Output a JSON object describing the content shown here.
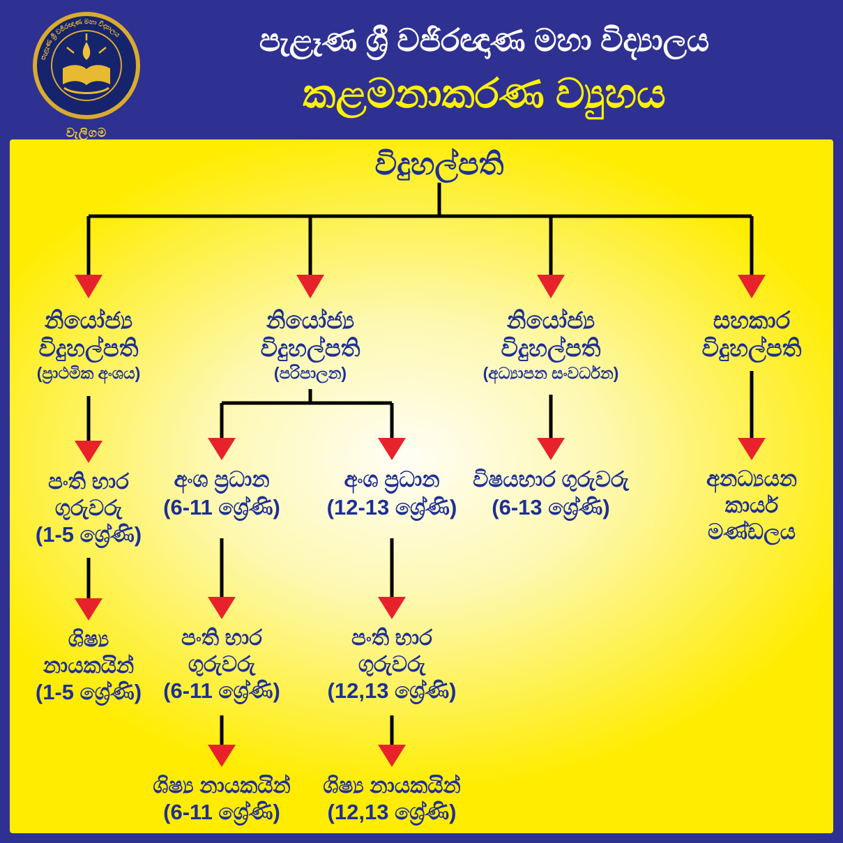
{
  "header": {
    "school_name": "පැළෑණ ශ්‍රී වජිරඥාණ මහා විද්‍යාලය",
    "title": "කළමනාකරණ ව්‍යුහය",
    "logo_ring_text": "පැළෑණ ශ්‍රී වජිරඥාණ මහා විද්‍යාලය",
    "logo_caption": "වැලිගම"
  },
  "chart": {
    "root": {
      "label": "විදුහල්පති"
    },
    "nodes": {
      "deputy_primary": {
        "lines": [
          "නියෝජ්‍ය",
          "විදුහල්පති"
        ],
        "subtitle": "(ප්‍රාථමික අංශය)"
      },
      "deputy_admin": {
        "lines": [
          "නියෝජ්‍ය",
          "විදුහල්පති"
        ],
        "subtitle": "(පරිපාලන)"
      },
      "deputy_education": {
        "lines": [
          "නියෝජ්‍ය",
          "විදුහල්පති"
        ],
        "subtitle": "(අධ්‍යාපන සංවර්ධන)"
      },
      "assistant_principal": {
        "lines": [
          "සහකාර",
          "විදුහල්පති"
        ]
      },
      "class_teachers_1_5": {
        "lines": [
          "පංති භාර",
          "ගුරුවරු",
          "(1-5 ශ්‍රේණි)"
        ]
      },
      "prefects_1_5": {
        "lines": [
          "ශිෂ්‍ය",
          "නායකයින්",
          "(1-5 ශ්‍රේණි)"
        ]
      },
      "section_head_6_11": {
        "lines": [
          "අංශ ප්‍රධාන",
          "(6-11 ශ්‍රේණි)"
        ]
      },
      "section_head_12_13": {
        "lines": [
          "අංශ ප්‍රධාන",
          "(12-13 ශ්‍රේණි)"
        ]
      },
      "class_teachers_6_11": {
        "lines": [
          "පංති භාර",
          "ගුරුවරු",
          "(6-11 ශ්‍රේණි)"
        ]
      },
      "class_teachers_12_13": {
        "lines": [
          "පංති භාර",
          "ගුරුවරු",
          "(12,13 ශ්‍රේණි)"
        ]
      },
      "prefects_6_11": {
        "lines": [
          "ශිෂ්‍ය නායකයින්",
          "(6-11 ශ්‍රේණි)"
        ]
      },
      "prefects_12_13": {
        "lines": [
          "ශිෂ්‍ය නායකයින්",
          "(12,13 ශ්‍රේණි)"
        ]
      },
      "subject_teachers": {
        "lines": [
          "විෂයභාර ගුරුවරු",
          "(6-13 ශ්‍රේණි)"
        ]
      },
      "non_academic_staff": {
        "lines": [
          "අනධ්‍යයන",
          "කාර්ය",
          "මණ්ඩලය"
        ]
      }
    }
  },
  "colors": {
    "header_blue": "#2e3192",
    "panel_yellow": "#ffec00",
    "text_blue": "#1d2f96",
    "title_yellow": "#fff200",
    "arrow_red": "#e8222b",
    "line_black": "#000000",
    "logo_gold": "#d9ab2f",
    "logo_navy": "#16246d"
  }
}
